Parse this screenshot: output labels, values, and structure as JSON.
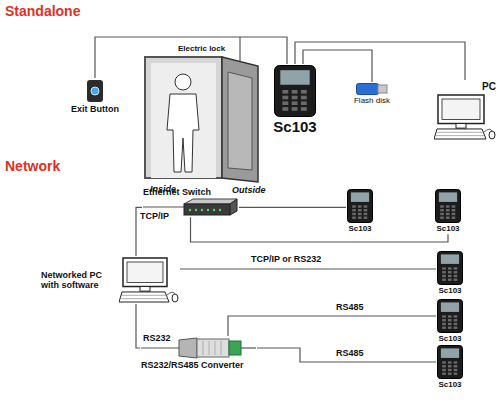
{
  "diagram": {
    "nodes": [
      {
        "text": [
          "Exit Button"
        ]
      },
      {
        "text": [
          "Sc103"
        ]
      },
      {
        "text": [
          "Flash disk"
        ]
      },
      {
        "text": [
          "PC"
        ]
      },
      {
        "text": [
          "Ethernet Switch"
        ]
      },
      {
        "text": [
          "Sc103"
        ]
      },
      {
        "text": [
          "Sc103"
        ]
      },
      {
        "text": [
          "Networked PC with software"
        ]
      },
      {
        "text": [
          "Sc103"
        ]
      },
      {
        "text": [
          "Sc103"
        ]
      },
      {
        "text": [
          "Sc103"
        ]
      },
      {
        "text": [
          "RS232/RS485 Converter"
        ]
      }
    ],
    "edges": [
      {
        "from": 0,
        "to": 1,
        "arrow": "none"
      },
      {
        "from": 2,
        "to": 1,
        "arrow": "none"
      },
      {
        "from": 3,
        "to": 1,
        "arrow": "none"
      },
      {
        "from": 7,
        "to": 4,
        "label": "TCP/IP",
        "arrow": "none"
      },
      {
        "from": 4,
        "to": 5,
        "arrow": "none"
      },
      {
        "from": 4,
        "to": 6,
        "arrow": "none"
      },
      {
        "from": 7,
        "to": 8,
        "label": "TCP/IP or RS232",
        "arrow": "none"
      },
      {
        "from": 7,
        "to": 11,
        "label": "RS232",
        "arrow": "none"
      },
      {
        "from": 11,
        "to": 9,
        "label": "RS485",
        "arrow": "none"
      },
      {
        "from": 11,
        "to": 10,
        "label": "RS485",
        "arrow": "none"
      }
    ],
    "labels": [
      "Standalone",
      "Electric lock",
      "Inside",
      "Outside",
      "Network"
    ]
  }
}
